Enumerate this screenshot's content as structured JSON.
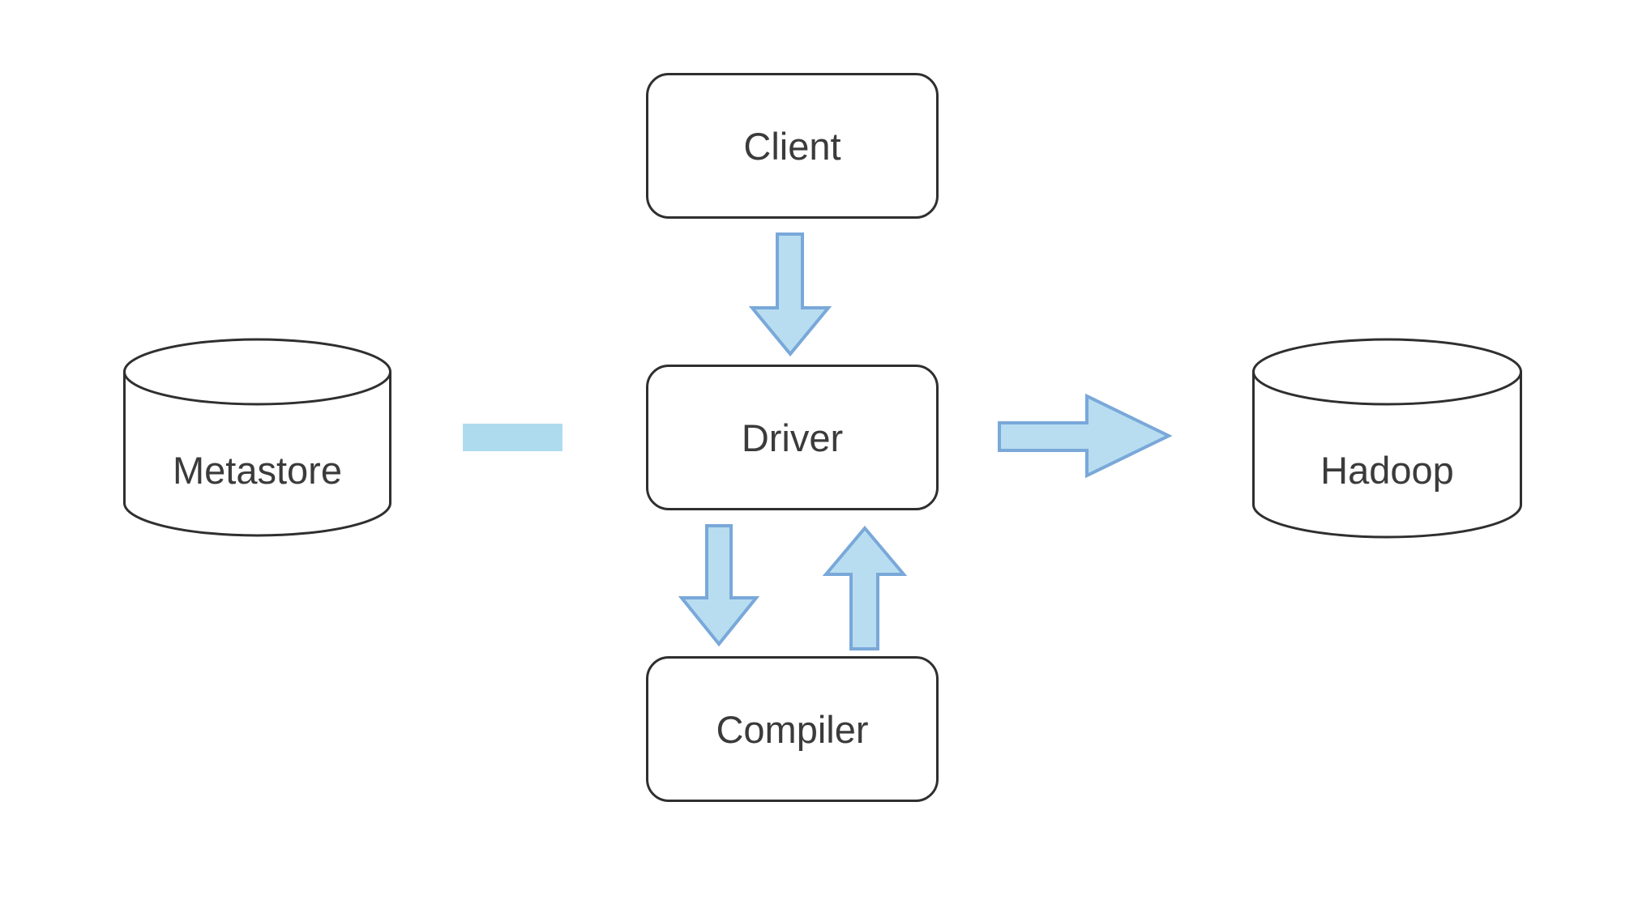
{
  "diagram": {
    "nodes": {
      "client": {
        "label": "Client",
        "shape": "rounded-rectangle"
      },
      "driver": {
        "label": "Driver",
        "shape": "rounded-rectangle"
      },
      "compiler": {
        "label": "Compiler",
        "shape": "rounded-rectangle"
      },
      "metastore": {
        "label": "Metastore",
        "shape": "cylinder"
      },
      "hadoop": {
        "label": "Hadoop",
        "shape": "cylinder"
      }
    },
    "connections": [
      {
        "from": "client",
        "to": "driver",
        "style": "block-arrow-down"
      },
      {
        "from": "metastore",
        "to": "driver",
        "style": "dash-segment"
      },
      {
        "from": "driver",
        "to": "compiler",
        "style": "block-arrow-down"
      },
      {
        "from": "compiler",
        "to": "driver",
        "style": "block-arrow-up"
      },
      {
        "from": "driver",
        "to": "hadoop",
        "style": "block-arrow-right"
      }
    ]
  },
  "colors": {
    "background": "#ffffff",
    "box_border": "#2f2f2f",
    "text": "#3b3b3b",
    "arrow_fill": "#b8ddf0",
    "arrow_stroke": "#79a8d9",
    "dash_fill": "#aedcee"
  }
}
